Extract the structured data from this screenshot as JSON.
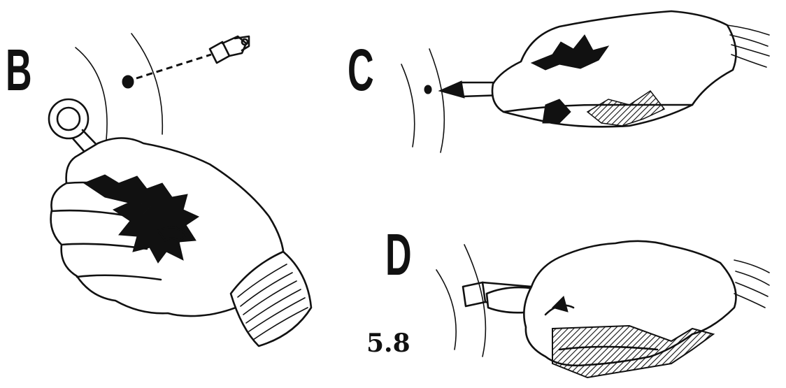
{
  "panels": {
    "b": {
      "label": "B"
    },
    "c": {
      "label": "C"
    },
    "d": {
      "label": "D"
    }
  },
  "figure_number": "5.8",
  "colors": {
    "ink": "#111111",
    "paper": "#ffffff"
  }
}
